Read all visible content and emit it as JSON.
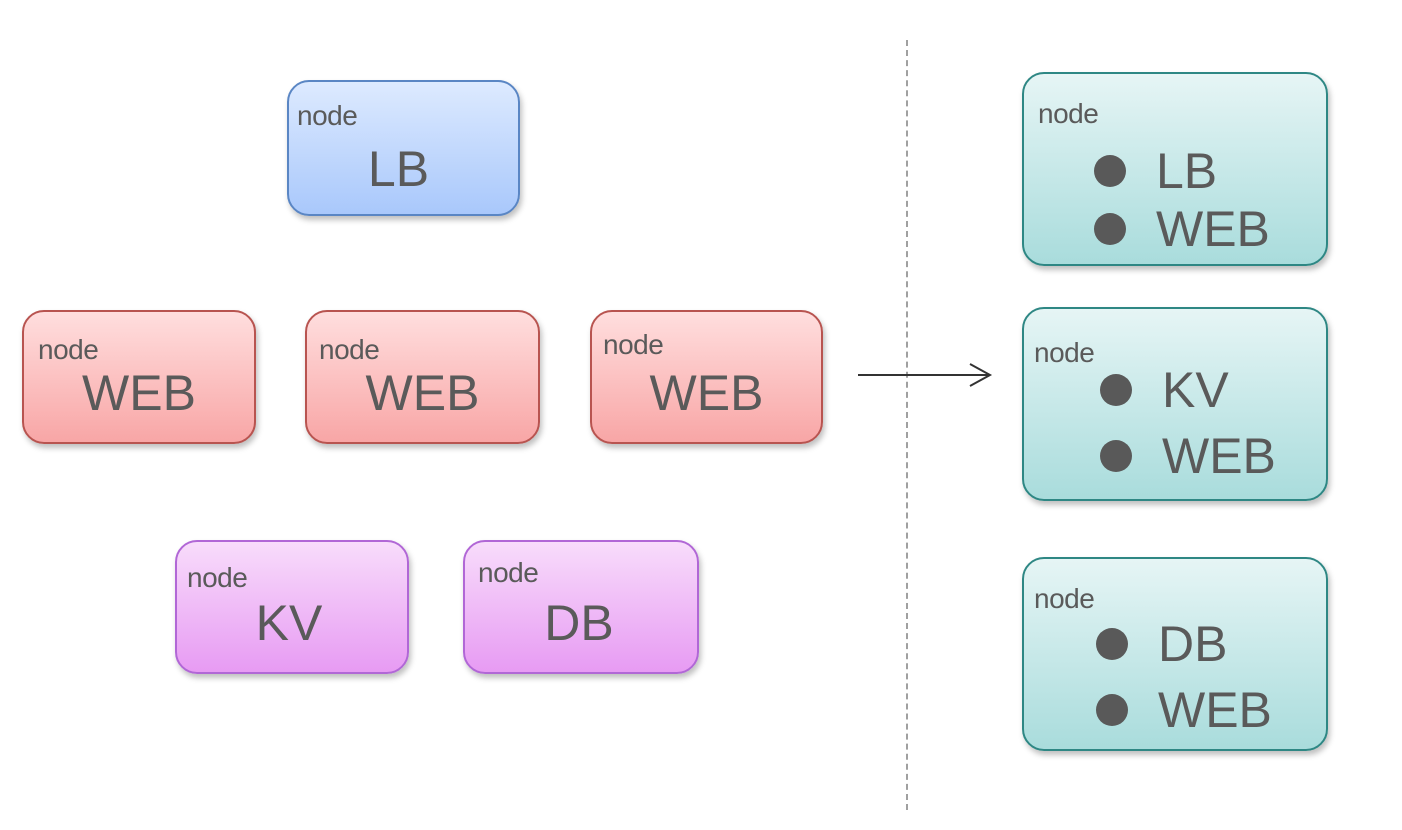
{
  "left": {
    "nodes": [
      {
        "label": "node",
        "role": "LB",
        "color": "blue"
      },
      {
        "label": "node",
        "role": "WEB",
        "color": "red"
      },
      {
        "label": "node",
        "role": "WEB",
        "color": "red"
      },
      {
        "label": "node",
        "role": "WEB",
        "color": "red"
      },
      {
        "label": "node",
        "role": "KV",
        "color": "purple"
      },
      {
        "label": "node",
        "role": "DB",
        "color": "purple"
      }
    ]
  },
  "right": {
    "nodes": [
      {
        "label": "node",
        "roles": [
          "LB",
          "WEB"
        ]
      },
      {
        "label": "node",
        "roles": [
          "KV",
          "WEB"
        ]
      },
      {
        "label": "node",
        "roles": [
          "DB",
          "WEB"
        ]
      }
    ]
  },
  "colors": {
    "blue": "#a9c8fb",
    "red": "#f8a6a6",
    "purple": "#e79bf3",
    "teal": "#a9dcdc"
  }
}
